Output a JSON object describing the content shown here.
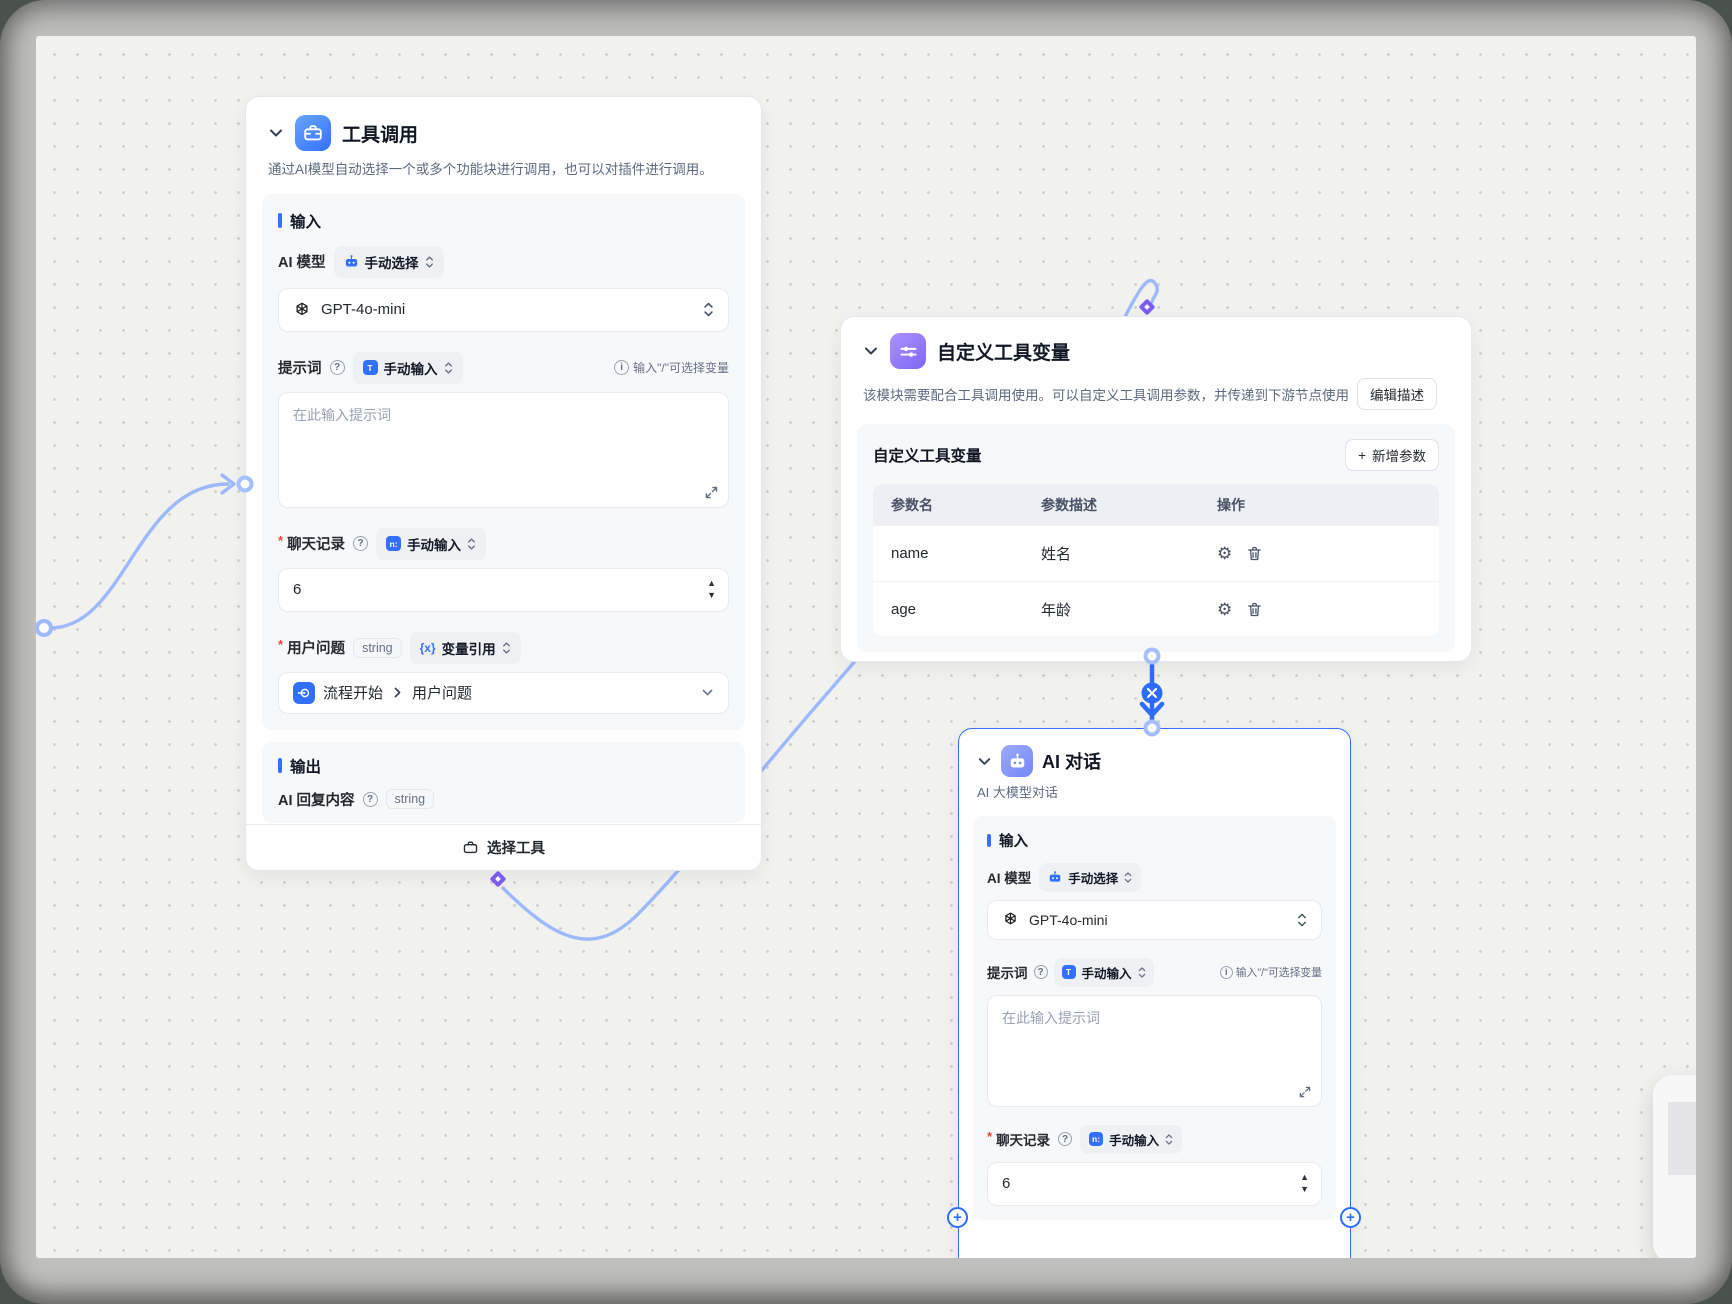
{
  "shared": {
    "input_section": "输入",
    "model_label": "AI 模型",
    "model_mode": "手动选择",
    "model_value": "GPT-4o-mini",
    "prompt_label": "提示词",
    "manual_input": "手动输入",
    "prompt_hint": "输入\"/\"可选择变量",
    "prompt_placeholder": "在此输入提示词",
    "history_label": "聊天记录",
    "history_value": "6"
  },
  "nodes": {
    "tool_call": {
      "title": "工具调用",
      "desc": "通过AI模型自动选择一个或多个功能块进行调用，也可以对插件进行调用。",
      "question_label": "用户问题",
      "question_type": "string",
      "question_mode": "变量引用",
      "ref_node": "流程开始",
      "ref_field": "用户问题",
      "output_section": "输出",
      "output_name": "AI 回复内容",
      "output_type": "string",
      "footer": "选择工具"
    },
    "custom_vars": {
      "title": "自定义工具变量",
      "desc": "该模块需要配合工具调用使用。可以自定义工具调用参数，并传递到下游节点使用",
      "edit_btn": "编辑描述",
      "panel_title": "自定义工具变量",
      "add_plus": "+",
      "add_btn": "新增参数",
      "headers": [
        "参数名",
        "参数描述",
        "操作"
      ],
      "rows": [
        {
          "name": "name",
          "desc": "姓名"
        },
        {
          "name": "age",
          "desc": "年龄"
        }
      ]
    },
    "ai_chat": {
      "title": "AI 对话",
      "subtitle": "AI 大模型对话"
    }
  },
  "glyphs": {
    "gear": "⚙",
    "up": "▲",
    "down": "▼",
    "close": "×",
    "x_var": "{x}",
    "t_input": "T",
    "n_input": "n:",
    "qmark": "?",
    "info": "i",
    "sep": ""
  },
  "colors": {
    "accent": "#3370ff",
    "purple": "#7c5cf0",
    "edge_light": "#9db9f9",
    "edge_active": "#2e6bff"
  }
}
